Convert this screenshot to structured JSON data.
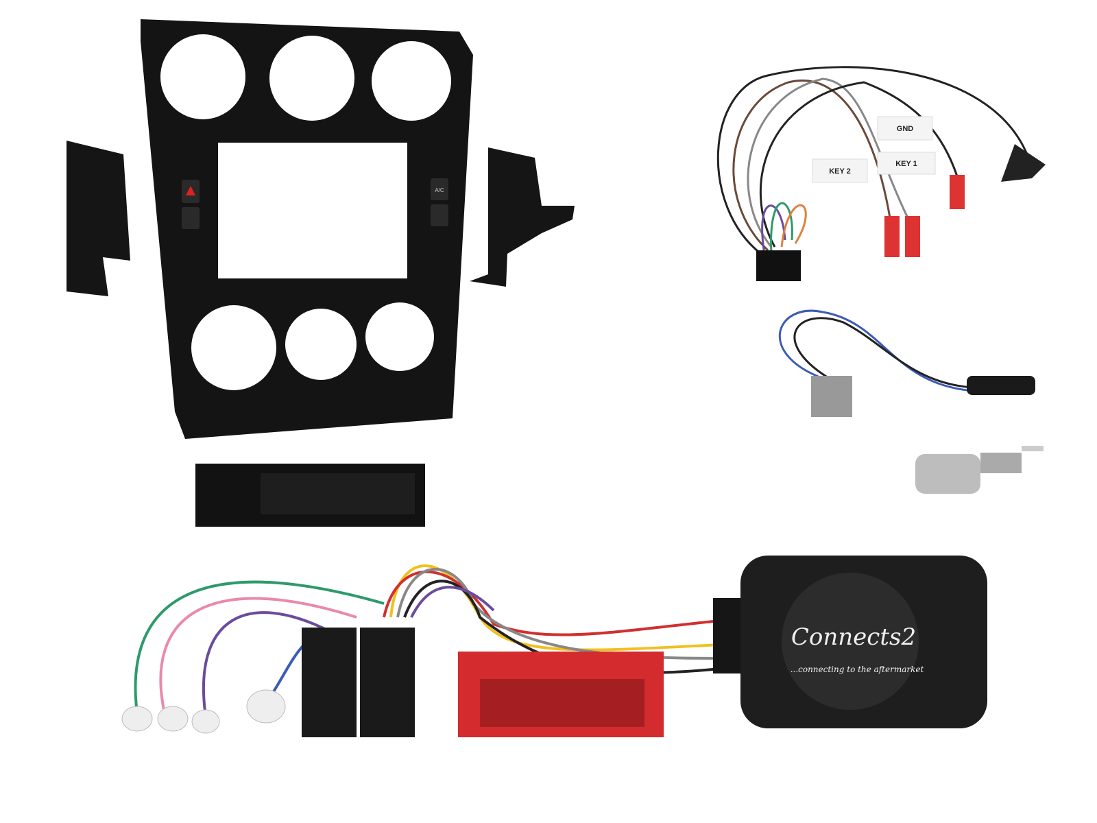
{
  "product": {
    "fascia": {
      "button_label": "A/C",
      "color": "#111111"
    },
    "wire_labels": [
      {
        "text": "GND"
      },
      {
        "text": "KEY 2"
      },
      {
        "text": "KEY 1"
      }
    ],
    "interface_box": {
      "logo_text": "Connects2",
      "tagline": "...connecting to the aftermarket",
      "color": "#1e1e1e"
    },
    "connector_color": "#d42b2f",
    "wire_colors": [
      "#2e9a6a",
      "#e88aa8",
      "#6a4c9c",
      "#e08040",
      "#f0c020",
      "#d03030",
      "#3050b0",
      "#777777"
    ]
  }
}
